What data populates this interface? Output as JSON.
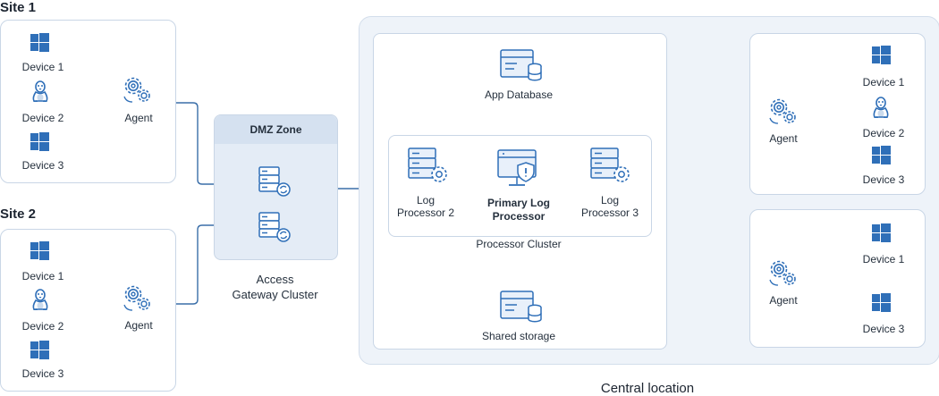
{
  "site1": {
    "title": "Site 1",
    "devices": [
      "Device 1",
      "Device 2",
      "Device 3"
    ],
    "agent": "Agent"
  },
  "site2": {
    "title": "Site 2",
    "devices": [
      "Device 1",
      "Device 2",
      "Device 3"
    ],
    "agent": "Agent"
  },
  "dmz": {
    "title": "DMZ Zone",
    "caption": [
      "Access",
      "Gateway Cluster"
    ]
  },
  "central": {
    "title": "Central location",
    "app_database": "App Database",
    "processor_cluster": "Processor Cluster",
    "shared_storage": "Shared storage",
    "log_processor_2": [
      "Log",
      "Processor 2"
    ],
    "primary": [
      "Primary Log",
      "Processor"
    ],
    "log_processor_3": [
      "Log",
      "Processor 3"
    ]
  },
  "remote1": {
    "agent": "Agent",
    "devices": [
      "Device 1",
      "Device 2",
      "Device 3"
    ]
  },
  "remote2": {
    "agent": "Agent",
    "devices": [
      "Device 1",
      "Device 3"
    ]
  },
  "icons": {
    "os_windows": "windows-icon",
    "os_linux": "linux-icon",
    "agent": "gears-icon",
    "gateway": "server-sync-icon",
    "database": "database-server-icon",
    "processor": "server-gear-icon",
    "primary": "monitor-shield-icon"
  },
  "colors": {
    "accent": "#2f6fb8",
    "connector": "#3a6ea8",
    "box_border": "#c9d6e6",
    "central_bg": "#eef3f9",
    "dmz_bg": "#e4ecf6"
  }
}
